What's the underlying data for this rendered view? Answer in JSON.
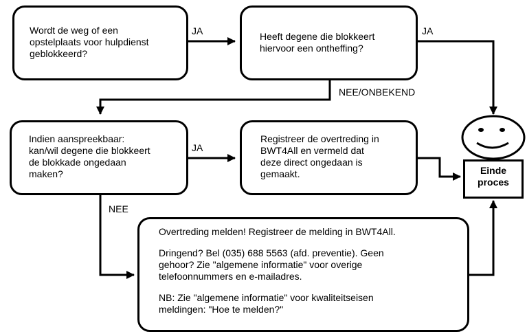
{
  "nodes": {
    "q_blocked": "Wordt de weg of een\nopstelplaats voor hulpdienst\ngeblokkeerd?",
    "q_exemption": "Heeft degene die blokkeert\nhiervoor een ontheffing?",
    "q_undo": "Indien aanspreekbaar:\nkan/wil degene die blokkeert\nde blokkade ongedaan\nmaken?",
    "register": "Registreer de overtreding in\nBWT4All en vermeld dat\ndeze direct ongedaan is\ngemaakt.",
    "report": [
      "Overtreding melden! Registreer de melding in BWT4All.",
      "Dringend? Bel (035) 688 5563 (afd. preventie). Geen\ngehoor? Zie \"algemene informatie\" voor overige\ntelefoonnummers en e-mailadres.",
      "NB: Zie \"algemene informatie\" voor kwaliteitseisen\nmeldingen: \"Hoe te melden?\""
    ],
    "end": "Einde\nproces"
  },
  "edge_labels": {
    "ja_1": "JA",
    "ja_2": "JA",
    "nee_onbekend": "NEE/ONBEKEND",
    "ja_3": "JA",
    "nee": "NEE"
  },
  "icons": {
    "end_face": "smiley-face-icon"
  },
  "colors": {
    "line": "#000000",
    "background": "#ffffff"
  }
}
